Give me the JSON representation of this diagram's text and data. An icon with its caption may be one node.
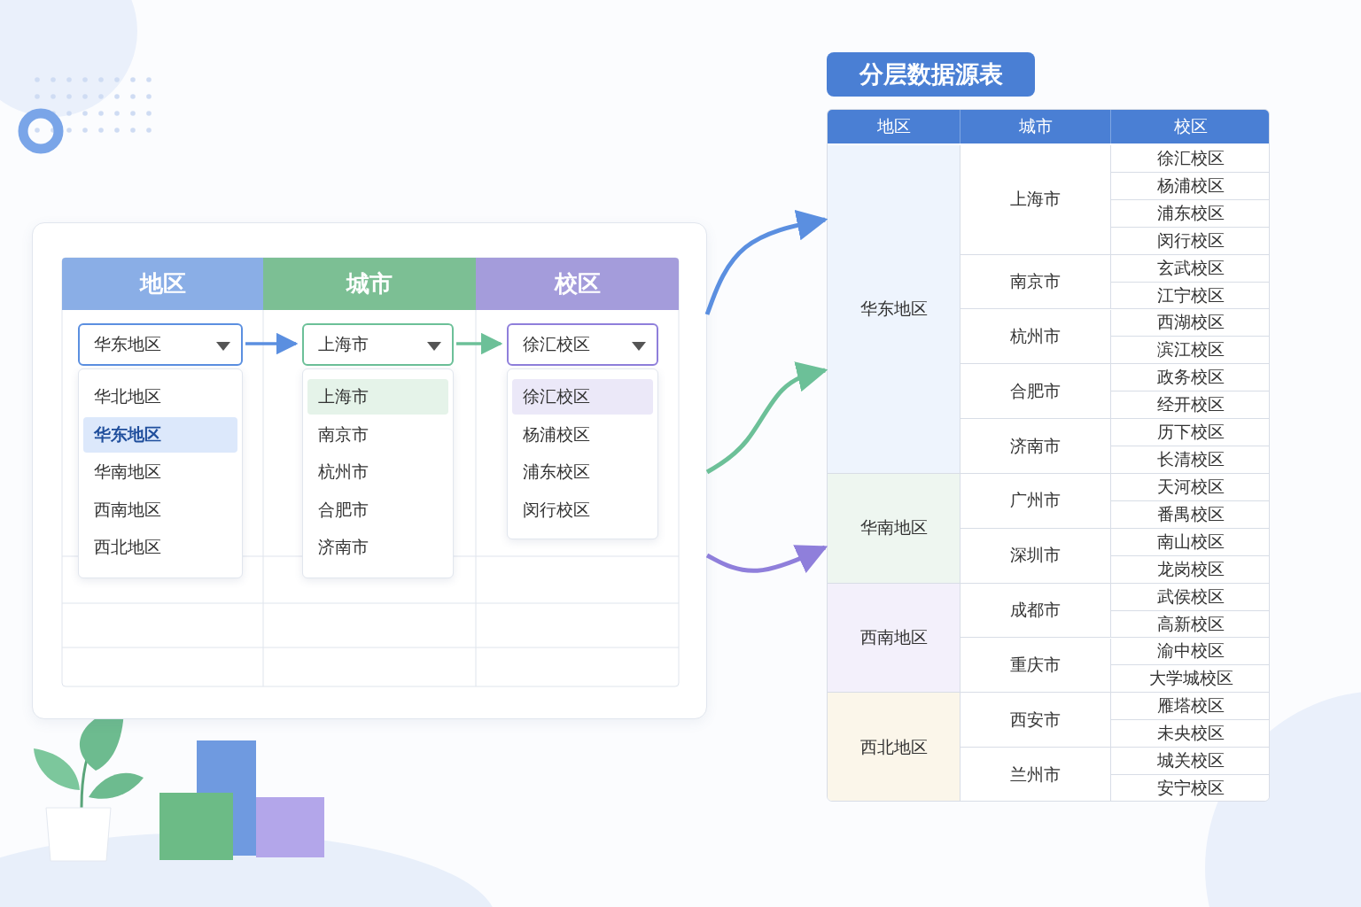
{
  "diagram": {
    "nodes": [
      {
        "text": [],
        "shape": "box"
      },
      {
        "text": [
          "华东地区"
        ],
        "in": 0
      },
      {
        "text": [
          "上海市"
        ],
        "in": 0
      },
      {
        "text": [
          "徐汇校区"
        ],
        "in": 0
      },
      {
        "text": [
          "分层数据源表"
        ]
      },
      {
        "text": [],
        "shape": "box"
      }
    ],
    "edges": [
      {
        "from": 1,
        "to": 2,
        "arrow": "to",
        "color": "#5b8fe0"
      },
      {
        "from": 2,
        "to": 3,
        "arrow": "to",
        "color": "#6cc098"
      },
      {
        "from": 0,
        "to": 5,
        "arrow": "to",
        "color": "#5b8fe0"
      },
      {
        "from": 0,
        "to": 5,
        "arrow": "to",
        "color": "#6cc098"
      },
      {
        "from": 0,
        "to": 5,
        "arrow": "to",
        "color": "#8f7fdb"
      }
    ],
    "labels": [
      "地区",
      "城市",
      "校区",
      "华北地区",
      "华东地区",
      "华南地区",
      "西南地区",
      "西北地区",
      "上海市",
      "南京市",
      "杭州市",
      "合肥市",
      "济南市",
      "徐汇校区",
      "杨浦校区",
      "浦东校区",
      "闵行校区",
      "地区",
      "城市",
      "校区",
      "华东地区",
      "上海市",
      "徐汇校区",
      "杨浦校区",
      "浦东校区",
      "闵行校区",
      "南京市",
      "玄武校区",
      "江宁校区",
      "杭州市",
      "西湖校区",
      "滨江校区",
      "合肥市",
      "政务校区",
      "经开校区",
      "济南市",
      "历下校区",
      "长清校区",
      "华南地区",
      "广州市",
      "天河校区",
      "番禺校区",
      "深圳市",
      "南山校区",
      "龙岗校区",
      "西南地区",
      "成都市",
      "武侯校区",
      "高新校区",
      "重庆市",
      "渝中校区",
      "大学城校区",
      "西北地区",
      "西安市",
      "雁塔校区",
      "未央校区",
      "兰州市",
      "城关校区",
      "安宁校区"
    ]
  }
}
